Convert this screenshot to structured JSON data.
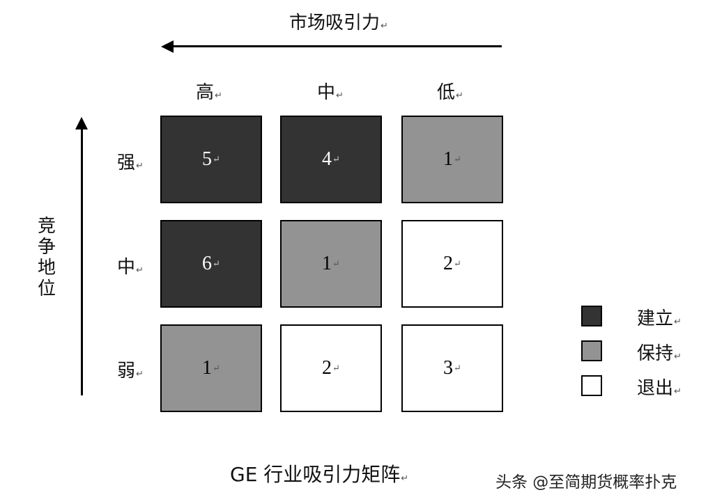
{
  "diagram": {
    "title": "GE 行业吸引力矩阵",
    "x_axis": {
      "title": "市场吸引力",
      "direction": "left",
      "levels": [
        "高",
        "中",
        "低"
      ]
    },
    "y_axis": {
      "title": "竞争地位",
      "direction": "up",
      "levels": [
        "强",
        "中",
        "弱"
      ]
    },
    "cells": [
      [
        {
          "value": "5",
          "category": "建立"
        },
        {
          "value": "4",
          "category": "建立"
        },
        {
          "value": "1",
          "category": "保持"
        }
      ],
      [
        {
          "value": "6",
          "category": "建立"
        },
        {
          "value": "1",
          "category": "保持"
        },
        {
          "value": "2",
          "category": "退出"
        }
      ],
      [
        {
          "value": "1",
          "category": "保持"
        },
        {
          "value": "2",
          "category": "退出"
        },
        {
          "value": "3",
          "category": "退出"
        }
      ]
    ],
    "legend": [
      {
        "label": "建立",
        "color": "#333333"
      },
      {
        "label": "保持",
        "color": "#939393"
      },
      {
        "label": "退出",
        "color": "#ffffff"
      }
    ],
    "paragraph_mark": "↵",
    "watermark": "头条 @至简期货概率扑克"
  }
}
